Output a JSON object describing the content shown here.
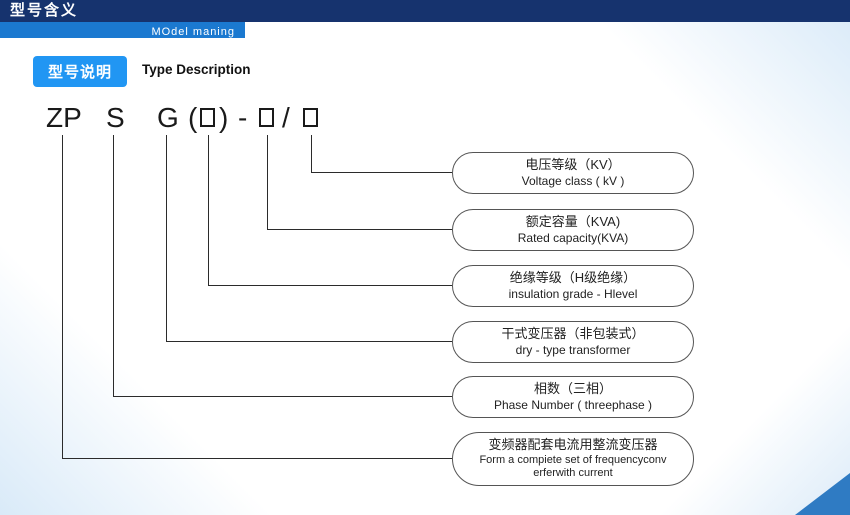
{
  "header": {
    "title": "型号含义",
    "subtitle": "MOdel maning"
  },
  "section": {
    "badge": "型号说明",
    "title": "Type Description"
  },
  "model": {
    "zp": "ZP",
    "s": "S",
    "g": "G",
    "lparen": "(",
    "rparen": ")",
    "dash": "-",
    "slash": "/"
  },
  "callouts": [
    {
      "cn": "电压等级（KV）",
      "en": "Voltage class ( kV )"
    },
    {
      "cn": "额定容量（KVA)",
      "en": "Rated capacity(KVA)"
    },
    {
      "cn": "绝缘等级（H级绝缘）",
      "en": "insulation grade - Hlevel"
    },
    {
      "cn": "干式变压器（非包装式）",
      "en": "dry - type transformer"
    },
    {
      "cn": "相数（三相）",
      "en": "Phase Number ( threephase )"
    },
    {
      "cn": "变频器配套电流用整流变压器",
      "en": "Form a compiete set of frequencyconv",
      "en2": "erferwith current"
    }
  ],
  "colors": {
    "header_navy": "#16336e",
    "strip_blue": "#1b79d0",
    "badge_blue": "#2196f3",
    "corner_blue": "#2f7bc3"
  }
}
